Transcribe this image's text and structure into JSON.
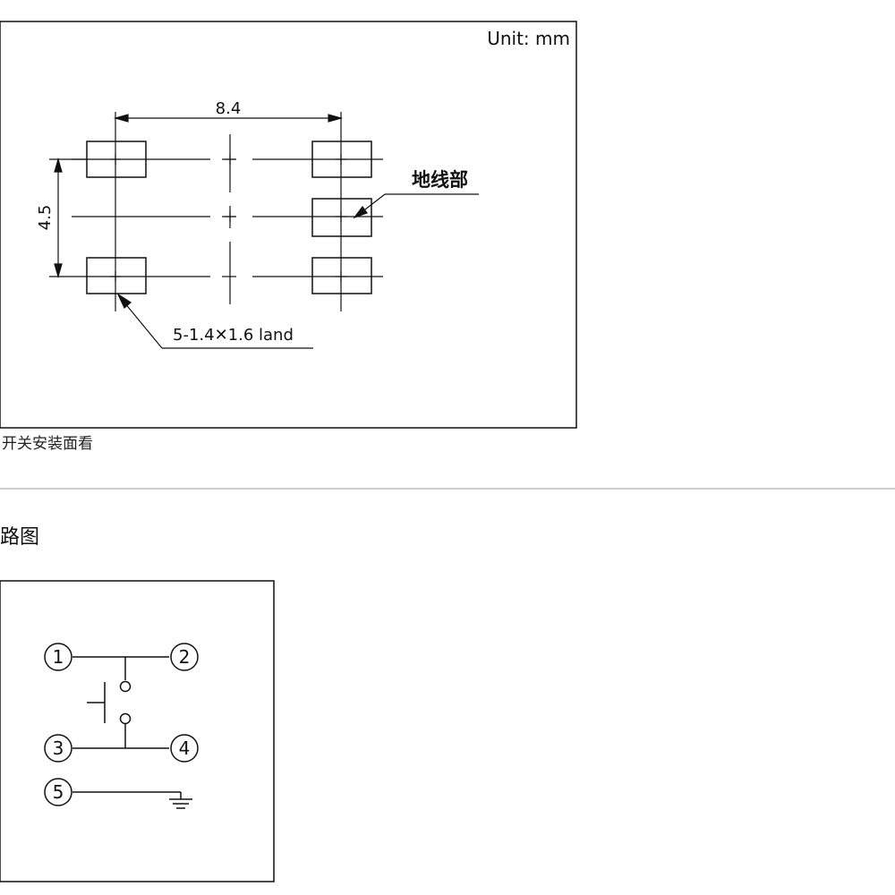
{
  "land_pattern": {
    "unit_label": "Unit: mm",
    "dim_width": "8.4",
    "dim_height": "4.5",
    "ground_label": "地线部",
    "land_label": "5-1.4✕1.6 land",
    "caption": "开关安装面看"
  },
  "circuit": {
    "section_title": "路图",
    "pins": [
      "1",
      "2",
      "3",
      "4",
      "5"
    ]
  }
}
